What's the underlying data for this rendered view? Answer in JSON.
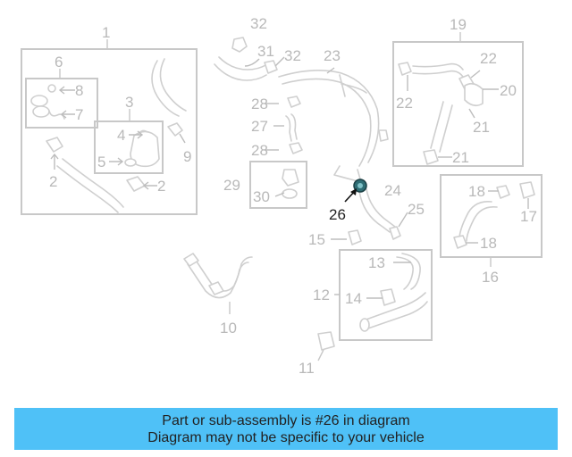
{
  "callouts": {
    "c1": "1",
    "c2a": "2",
    "c2b": "2",
    "c3": "3",
    "c4": "4",
    "c5": "5",
    "c6": "6",
    "c7": "7",
    "c8": "8",
    "c9": "9",
    "c10": "10",
    "c11": "11",
    "c12": "12",
    "c13": "13",
    "c14": "14",
    "c15": "15",
    "c16": "16",
    "c17": "17",
    "c18a": "18",
    "c18b": "18",
    "c19": "19",
    "c20": "20",
    "c21a": "21",
    "c21b": "21",
    "c22a": "22",
    "c22b": "22",
    "c23": "23",
    "c24": "24",
    "c25": "25",
    "c26": "26",
    "c27": "27",
    "c28a": "28",
    "c28b": "28",
    "c29": "29",
    "c30": "30",
    "c31": "31",
    "c32a": "32",
    "c32b": "32"
  },
  "highlight": {
    "part_number": "26",
    "color": "#2e6d74"
  },
  "banner": {
    "line1": "Part or sub-assembly is #26 in diagram",
    "line2": "Diagram may not be specific to your vehicle",
    "background": "#4fc1f7"
  }
}
